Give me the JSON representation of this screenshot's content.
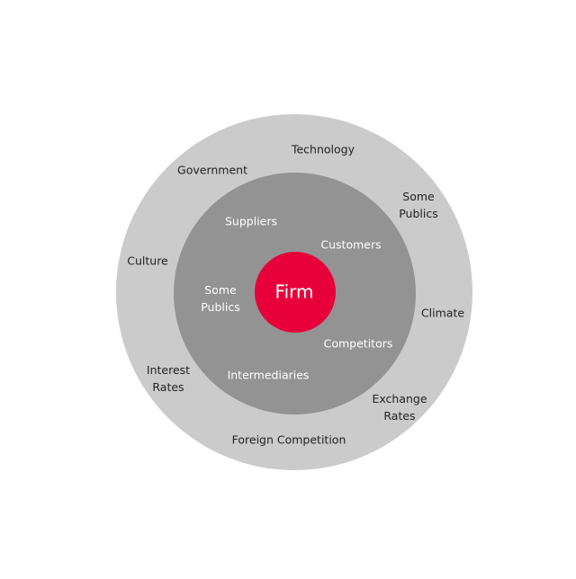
{
  "colors": {
    "outer": "#cbcbcb",
    "middle": "#939393",
    "core": "#e8003a"
  },
  "core": {
    "label": "Firm"
  },
  "micro": {
    "suppliers": "Suppliers",
    "customers": "Customers",
    "publics_1": "Some",
    "publics_2": "Publics",
    "competitors": "Competitors",
    "intermediaries": "Intermediaries"
  },
  "macro": {
    "technology": "Technology",
    "government": "Government",
    "publics_1": "Some",
    "publics_2": "Publics",
    "culture": "Culture",
    "climate": "Climate",
    "interest_1": "Interest",
    "interest_2": "Rates",
    "exchange_1": "Exchange",
    "exchange_2": "Rates",
    "foreign": "Foreign Competition"
  }
}
